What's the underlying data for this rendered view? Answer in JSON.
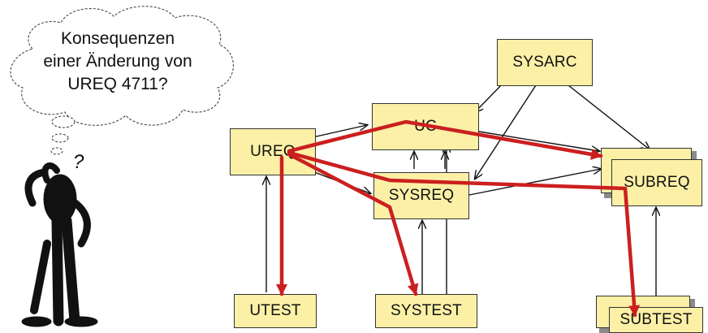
{
  "thought": {
    "lines": [
      "Konsequenzen",
      "einer Änderung von",
      "UREQ 4711?"
    ],
    "question_mark": "?"
  },
  "nodes": {
    "sysarc": "SYSARC",
    "uc": "UC",
    "ureq": "UREQ",
    "sysreq": "SYSREQ",
    "subreq": "SUBREQ",
    "utest": "UTEST",
    "systest": "SYSTEST",
    "subtest": "SUBTEST"
  },
  "colors": {
    "box_fill": "#fbf0a6",
    "trace_red": "#cc1f1f",
    "line_black": "#111111"
  },
  "icons": {
    "figure": "thinking-person-icon",
    "cloud": "thought-cloud-icon"
  }
}
